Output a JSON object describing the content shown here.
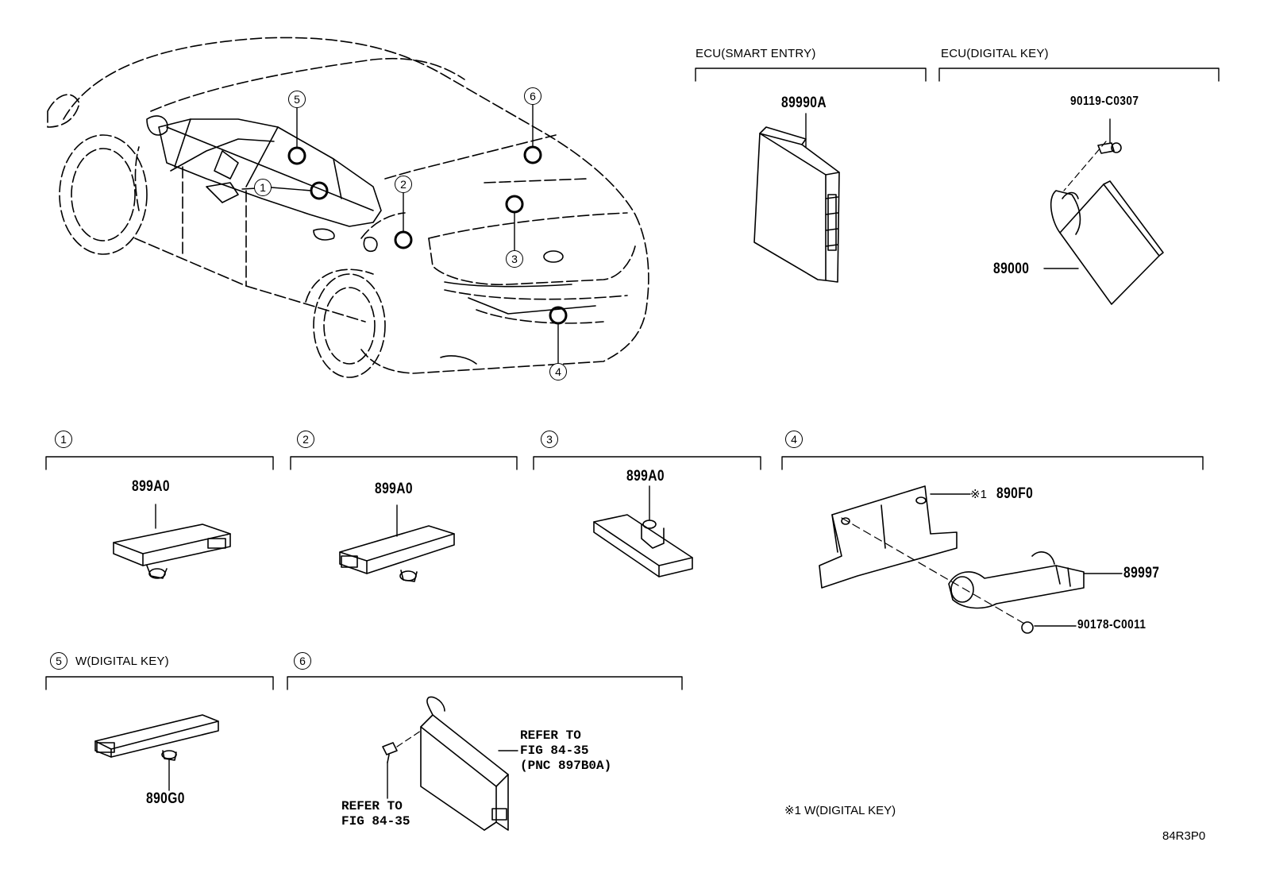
{
  "figure_code": "84R3P0",
  "callout_numbers": [
    "1",
    "2",
    "3",
    "4",
    "5",
    "6"
  ],
  "sections": {
    "ecu_smart_entry": {
      "title": "ECU(SMART ENTRY)",
      "part": "89990A"
    },
    "ecu_digital_key": {
      "title": "ECU(DIGITAL KEY)",
      "bolt": "90119-C0307",
      "part": "89000"
    },
    "s1": {
      "num": "1",
      "part": "899A0"
    },
    "s2": {
      "num": "2",
      "part": "899A0"
    },
    "s3": {
      "num": "3",
      "part": "899A0"
    },
    "s4": {
      "num": "4",
      "bracket_mark": "※1",
      "bracket": "890F0",
      "sensor": "89997",
      "nut": "90178-C0011"
    },
    "s5": {
      "num": "5",
      "title": "W(DIGITAL KEY)",
      "part": "890G0"
    },
    "s6": {
      "num": "6",
      "ref_a": "REFER TO\nFIG 84-35\n(PNC 897B0A)",
      "ref_b": "REFER TO\nFIG 84-35"
    }
  },
  "footnote": "※1 W(DIGITAL KEY)"
}
